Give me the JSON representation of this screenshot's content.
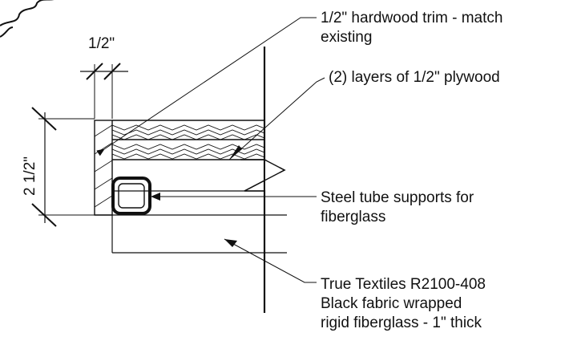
{
  "drawing": {
    "dimensions": {
      "trim_width": "1/2\"",
      "assembly_height": "2 1/2\""
    },
    "notes": {
      "trim": [
        "1/2\" hardwood trim - match",
        "existing"
      ],
      "plywood": [
        "(2) layers of 1/2\" plywood"
      ],
      "steel_tube": [
        "Steel tube supports for",
        "fiberglass"
      ],
      "fabric_panel": [
        "True Textiles R2100-408",
        "Black fabric wrapped",
        "rigid fiberglass - 1\" thick"
      ]
    }
  }
}
